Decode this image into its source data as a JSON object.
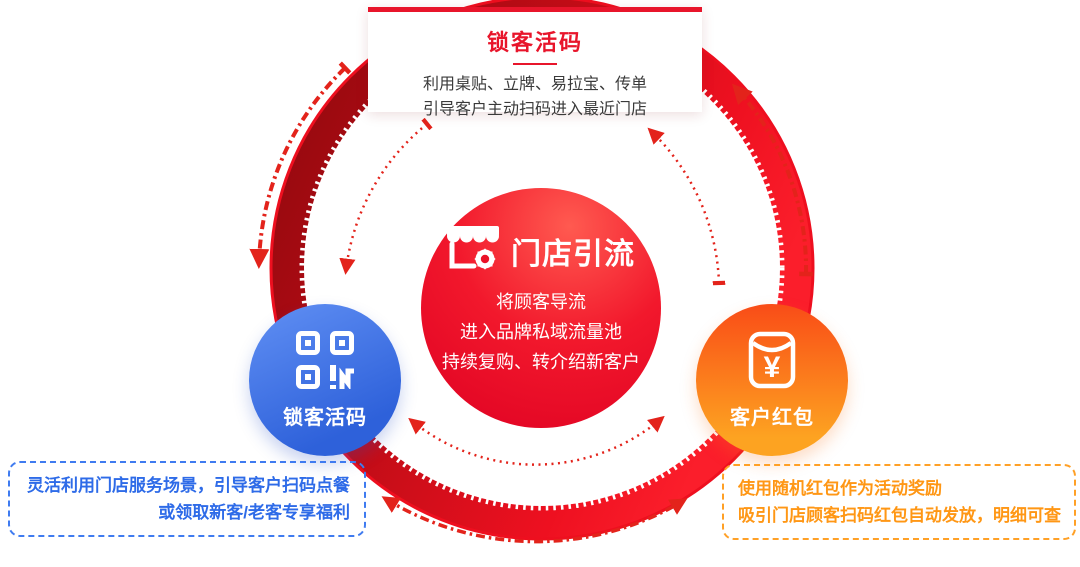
{
  "top_card": {
    "title": "锁客活码",
    "line1": "利用桌贴、立牌、易拉宝、传单",
    "line2": "引导客户主动扫码进入最近门店"
  },
  "center_circle": {
    "title": "门店引流",
    "line1": "将顾客导流",
    "line2": "进入品牌私域流量池",
    "line3": "持续复购、转介绍新客户"
  },
  "left_circle": {
    "label": "锁客活码"
  },
  "right_circle": {
    "label": "客户红包",
    "currency_symbol": "¥"
  },
  "left_note": {
    "line1": "灵活利用门店服务场景，引导客户扫码点餐",
    "line2": "或领取新客/老客专享福利"
  },
  "right_note": {
    "line1": "使用随机红包作为活动奖励",
    "line2": "吸引门店顾客扫码红包自动发放，明细可查"
  },
  "icons": {
    "center": "storefront-icon",
    "left": "qr-code-icon",
    "right": "red-envelope-icon"
  },
  "colors": {
    "accent_red": "#e8152b",
    "ring_dark": "#8c080d",
    "ring_bright": "#fb1e2b",
    "arc_red": "#e3231b",
    "blue": "#2e61da",
    "orange": "#fda321",
    "note_blue_text": "#2e6be8",
    "note_blue_border": "#3f7bf0",
    "note_orange_text": "#ff9715",
    "note_orange_border": "#ffa026"
  }
}
